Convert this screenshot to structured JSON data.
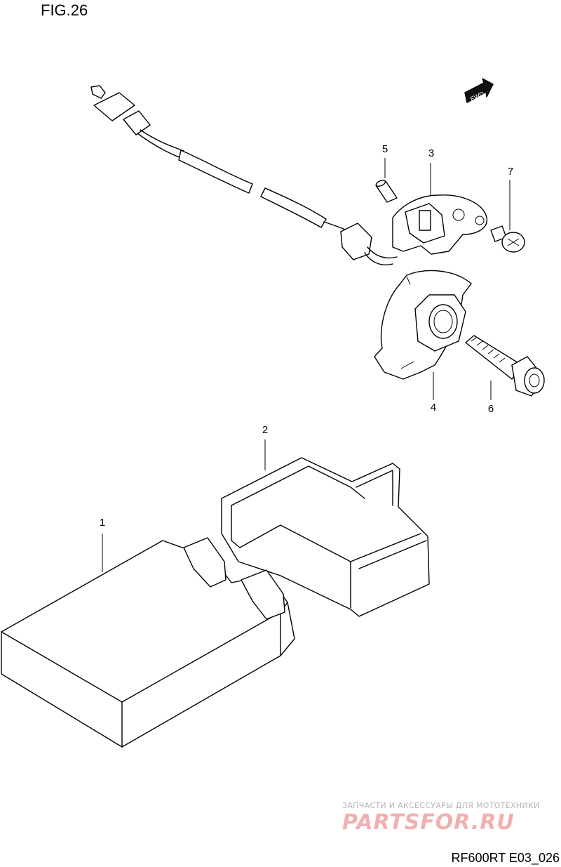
{
  "figure": {
    "title": "FIG.26"
  },
  "direction_tag": "FWD",
  "callouts": [
    {
      "id": "1",
      "label": "1"
    },
    {
      "id": "2",
      "label": "2"
    },
    {
      "id": "3",
      "label": "3"
    },
    {
      "id": "4",
      "label": "4"
    },
    {
      "id": "5",
      "label": "5"
    },
    {
      "id": "6",
      "label": "6"
    },
    {
      "id": "7",
      "label": "7"
    }
  ],
  "watermark": {
    "line1": "ЗАПЧАСТИ И АКСЕССУАРЫ ДЛЯ МОТОТЕХНИКИ",
    "line2": "PARTSFOR.RU"
  },
  "footer": {
    "code": "RF600RT E03_026"
  }
}
